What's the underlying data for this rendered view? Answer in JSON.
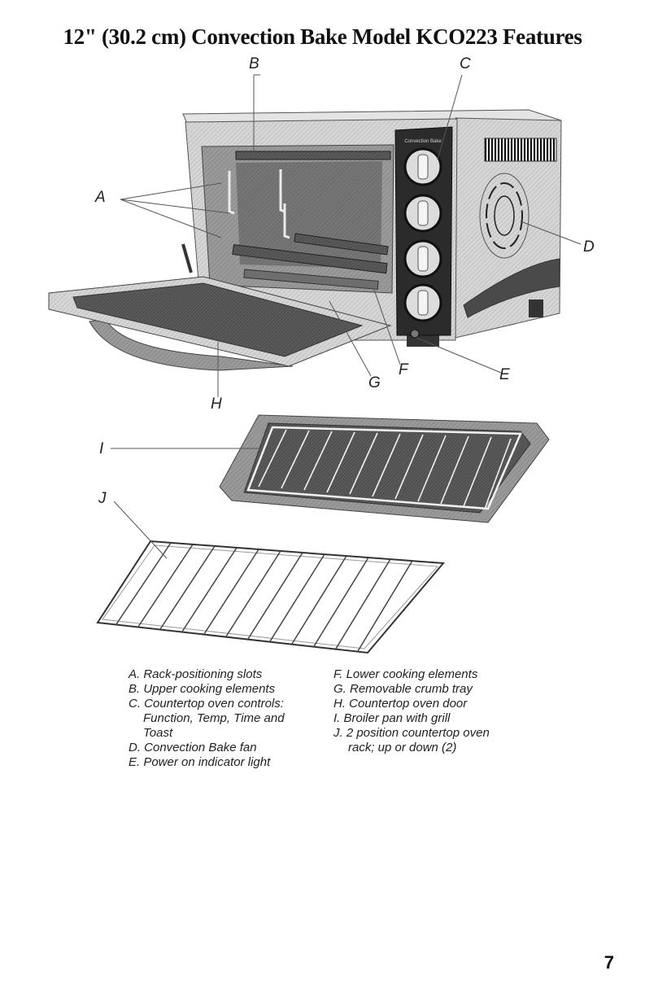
{
  "title": "12\" (30.2 cm) Convection Bake Model KCO223 Features",
  "callouts": {
    "A": "A",
    "B": "B",
    "C": "C",
    "D": "D",
    "E": "E",
    "F": "F",
    "G": "G",
    "H": "H",
    "I": "I",
    "J": "J"
  },
  "panel_label": "Convection Bake",
  "legend_left": [
    {
      "line1": "A. Rack-positioning slots"
    },
    {
      "line1": "B. Upper cooking elements"
    },
    {
      "line1": "C. Countertop oven controls:",
      "line2": "Function, Temp, Time and",
      "line3": "Toast"
    },
    {
      "line1": "D. Convection Bake fan"
    },
    {
      "line1": "E. Power on indicator light"
    }
  ],
  "legend_right": [
    {
      "line1": "F. Lower cooking elements"
    },
    {
      "line1": "G. Removable crumb tray"
    },
    {
      "line1": "H. Countertop oven door"
    },
    {
      "line1": "I. Broiler pan with grill"
    },
    {
      "line1": "J. 2 position countertop oven",
      "line2": "rack; up or down (2)"
    }
  ],
  "page_number": "7",
  "colors": {
    "ink": "#111111",
    "body_gray": "#c9c9c9",
    "dark": "#3a3a3a",
    "panel": "#2b2b2b"
  }
}
